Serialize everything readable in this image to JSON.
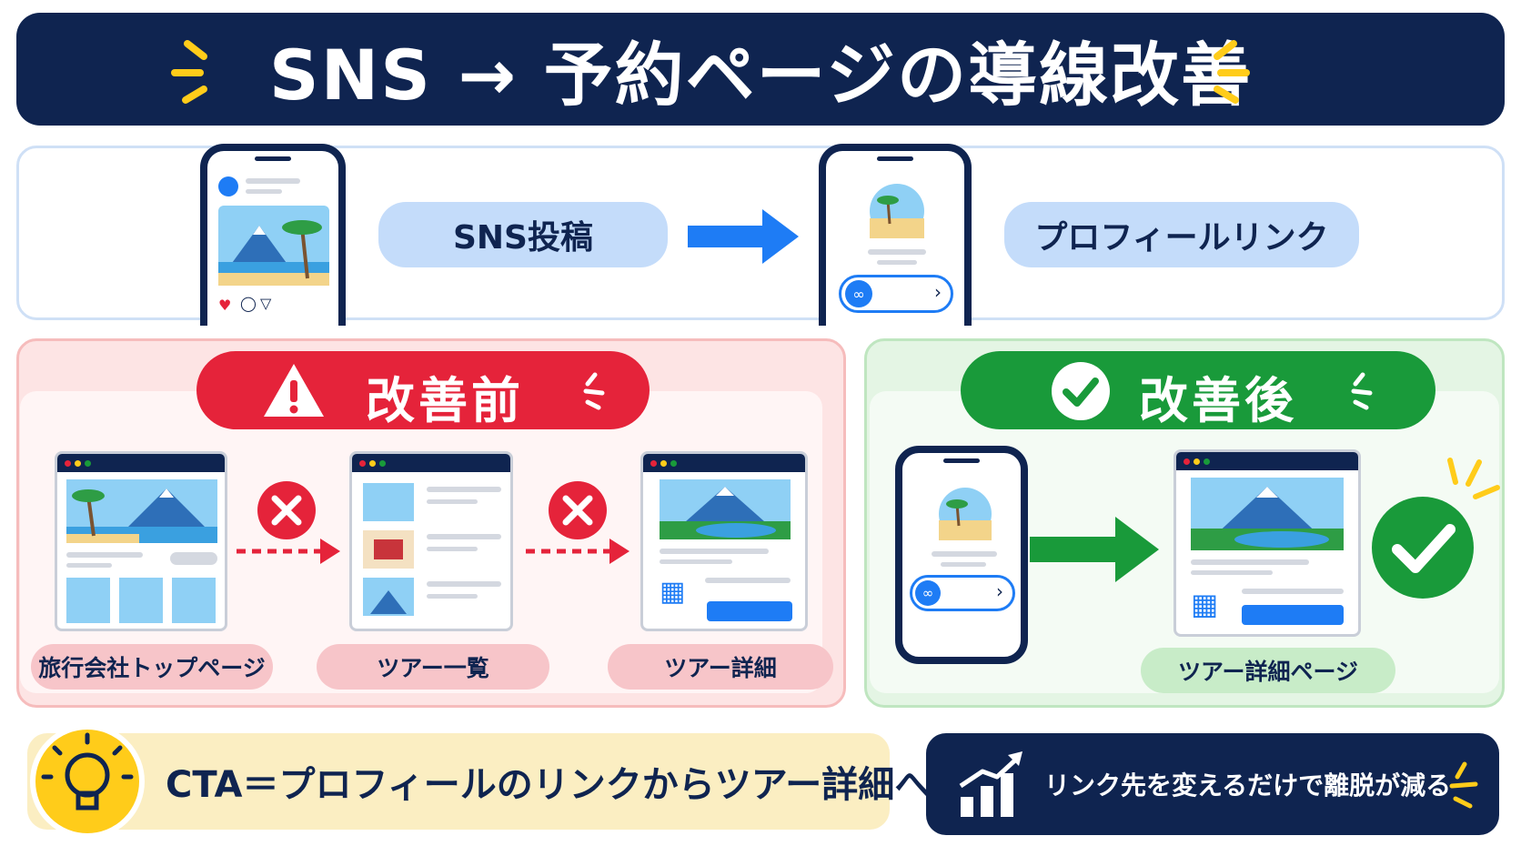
{
  "header": {
    "title": "SNS → 予約ページの導線改善"
  },
  "flow": {
    "step1_label": "SNS投稿",
    "step2_label": "プロフィールリンク"
  },
  "before": {
    "title": "改善前",
    "steps": [
      "旅行会社トップページ",
      "ツアー一覧",
      "ツアー詳細"
    ]
  },
  "after": {
    "title": "改善後",
    "step_label": "ツアー詳細ページ"
  },
  "bottom": {
    "cta_text": "CTA＝プロフィールのリンクからツアー詳細へ",
    "note_text": "リンク先を変えるだけで離脱が減る"
  },
  "colors": {
    "navy": "#0f2450",
    "red": "#e5233a",
    "green": "#199a3a",
    "blue": "#1e7cf5",
    "yellow": "#ffcc1a"
  }
}
